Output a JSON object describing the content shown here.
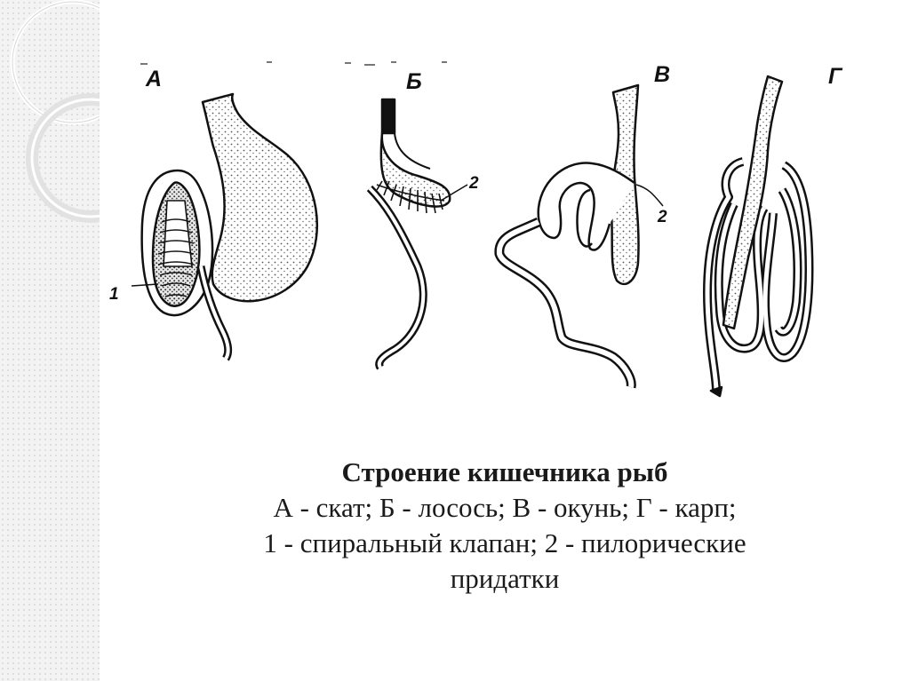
{
  "figure": {
    "labels": {
      "a": "А",
      "b": "Б",
      "v": "В",
      "g": "Г"
    },
    "callouts": {
      "one": "1",
      "two_b": "2",
      "two_v": "2"
    }
  },
  "caption": {
    "title": "Строение кишечника рыб",
    "line1": "А - скат; Б - лосось; В - окунь; Г - карп;",
    "line2": "1 - спиральный клапан; 2 - пилорические",
    "line3": "придатки"
  }
}
